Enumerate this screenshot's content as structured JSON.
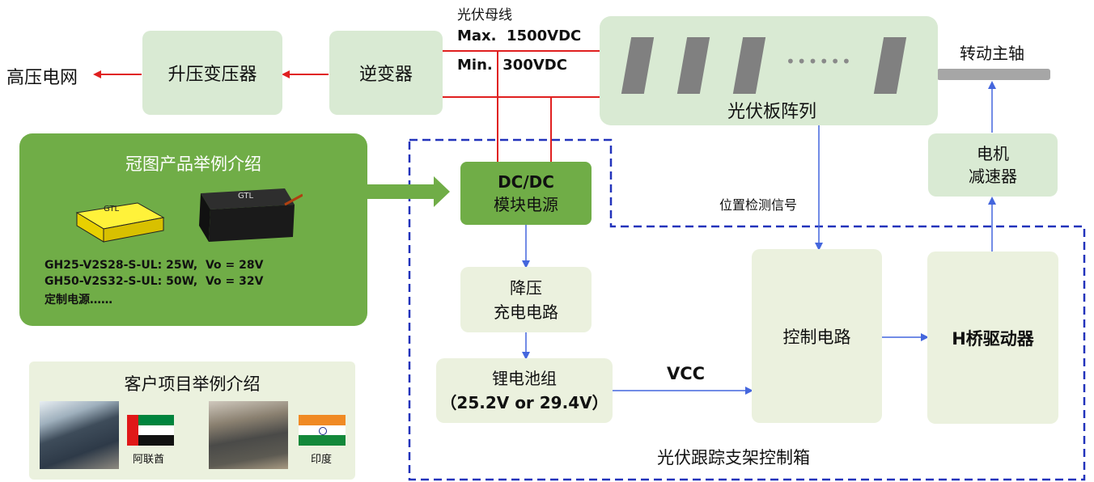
{
  "labels": {
    "bus": "光伏母线",
    "max": "Max.  1500VDC",
    "min": "Min.  300VDC",
    "grid": "高压电网",
    "transformer": "升压变压器",
    "inverter": "逆变器",
    "array": "光伏板阵列",
    "dots": "••••••",
    "shaft": "转动主轴",
    "motor_l1": "电机",
    "motor_l2": "减速器",
    "dcdc_l1": "DC/DC",
    "dcdc_l2": "模块电源",
    "position_signal": "位置检测信号",
    "buck_l1": "降压",
    "buck_l2": "充电电路",
    "battery_l1": "锂电池组",
    "battery_l2": "（25.2V or 29.4V）",
    "vcc": "VCC",
    "control": "控制电路",
    "hbridge": "H桥驱动器",
    "cabinet": "光伏跟踪支架控制箱"
  },
  "products": {
    "title": "冠图产品举例介绍",
    "brand": "GTL",
    "lines": [
      "GH25-V2S28-S-UL: 25W,  Vo = 28V",
      "GH50-V2S32-S-UL: 50W,  Vo = 32V",
      "定制电源……"
    ]
  },
  "customers": {
    "title": "客户项目举例介绍",
    "country_1": "阿联酋",
    "country_2": "印度"
  },
  "colors": {
    "red_line": "#e02020",
    "blue_line": "#4466dd",
    "dash": "#2233bb",
    "light_box": "#d9ead3",
    "green_box": "#70ad47"
  }
}
